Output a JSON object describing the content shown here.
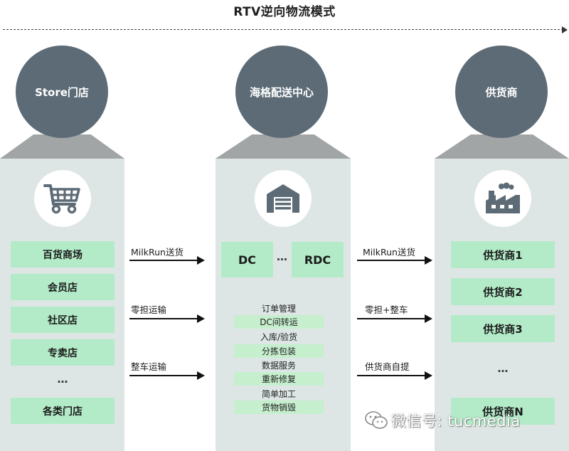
{
  "title": "RTV逆向物流模式",
  "columns": {
    "store": {
      "header": "Store门店",
      "icon": "shopping-cart-icon",
      "items": [
        "百货商场",
        "会员店",
        "社区店",
        "专卖店",
        "…",
        "各类门店"
      ]
    },
    "dc": {
      "header": "海格配送中心",
      "icon": "warehouse-icon",
      "dc_label": "DC",
      "ellipsis": "…",
      "rdc_label": "RDC",
      "services": [
        "订单管理",
        "DC间转运",
        "入库/验货",
        "分拣包装",
        "数据服务",
        "重新修复",
        "简单加工",
        "货物销毁"
      ]
    },
    "supplier": {
      "header": "供货商",
      "icon": "factory-icon",
      "items": [
        "供货商1",
        "供货商2",
        "供货商3",
        "…",
        "供货商N"
      ]
    }
  },
  "arrows": {
    "left": [
      "MilkRun送货",
      "零担运输",
      "整车运输"
    ],
    "right": [
      "MilkRun送货",
      "零担+整车",
      "供货商自提"
    ]
  },
  "watermark": {
    "icon": "wechat-icon",
    "text": "微信号: tucmedia"
  },
  "colors": {
    "circle": "#5c6b76",
    "column_bg": "#dde6e5",
    "item_box": "#b3ebc8",
    "service_highlight": "#c6efce"
  }
}
